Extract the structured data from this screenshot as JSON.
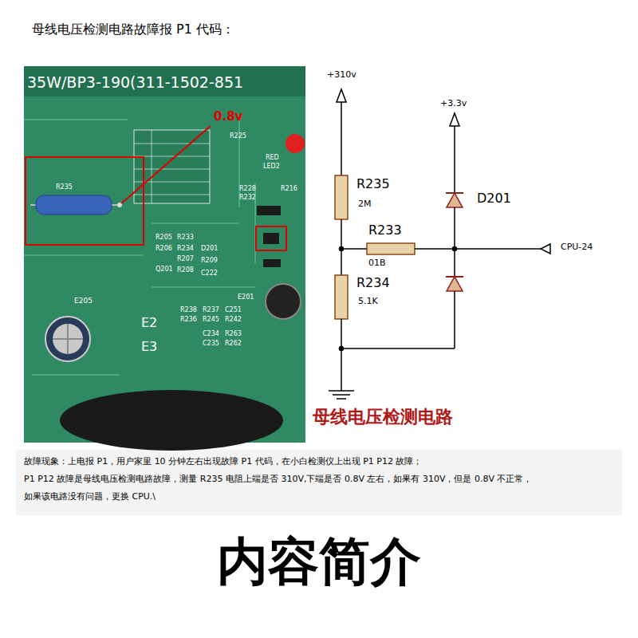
{
  "diagram": {
    "title": "母线电压检测电路故障报 P1 代码：",
    "labels": [
      "35W/BP3-190(311-1502-851",
      "0.8v",
      "R235",
      "R225",
      "RED",
      "LED2",
      "R228",
      "R216",
      "R232",
      "R205",
      "R233",
      "R206",
      "R234",
      "D201",
      "R207",
      "R209",
      "Q201",
      "R208",
      "C222",
      "E201",
      "E205",
      "E2",
      "E3",
      "R238",
      "R237",
      "C251",
      "R236",
      "R245",
      "R242",
      "C234",
      "R263",
      "C235",
      "R262",
      "+310v",
      "+3.3v",
      "R235",
      "2M",
      "R233",
      "01B",
      "R234",
      "5.1K",
      "D201",
      "CPU-24",
      "母线电压检测电路",
      "故障现象：上电报 P1，用户家里 10 分钟左右出现故障 P1 代码，在小白检测仪上出现 P1 P12 故障；",
      "P1 P12 故障是母线电压检测电路故障，测量 R235 电阻上端是否 310V,下端是否 0.8V 左右，如果有 310V，但是 0.8V 不正常，",
      "如果该电路没有问题，更换 CPU.\\",
      "内容简介"
    ]
  }
}
